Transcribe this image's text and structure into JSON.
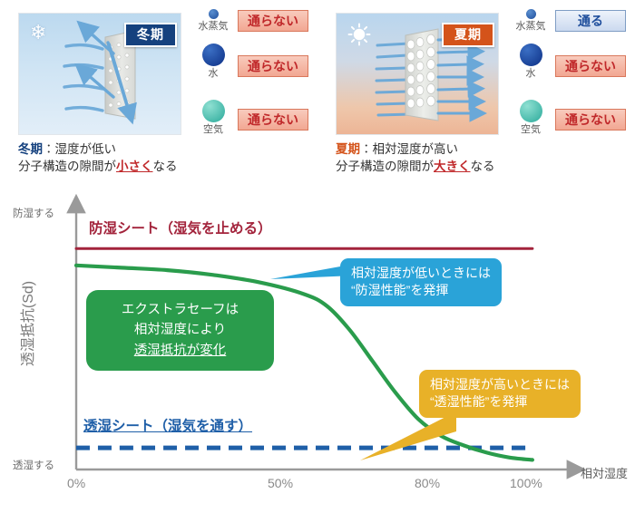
{
  "panels": [
    {
      "id": "winter",
      "season_tag": "冬期",
      "icon": "snowflake-icon",
      "legend": [
        {
          "name": "水蒸気",
          "dot": "vapor",
          "badge": "通らない",
          "badge_type": "no"
        },
        {
          "name": "水",
          "dot": "water",
          "badge": "通らない",
          "badge_type": "no"
        },
        {
          "name": "空気",
          "dot": "air",
          "badge": "通らない",
          "badge_type": "no"
        }
      ],
      "caption_line1_key": "冬期",
      "caption_line1_sep": "：",
      "caption_line1_text": "湿度が低い",
      "caption_line2_pre": "分子構造の隙間が",
      "caption_line2_kw": "小さく",
      "caption_line2_post": "なる"
    },
    {
      "id": "summer",
      "season_tag": "夏期",
      "icon": "sun-icon",
      "legend": [
        {
          "name": "水蒸気",
          "dot": "vapor",
          "badge": "通る",
          "badge_type": "yes"
        },
        {
          "name": "水",
          "dot": "water",
          "badge": "通らない",
          "badge_type": "no"
        },
        {
          "name": "空気",
          "dot": "air",
          "badge": "通らない",
          "badge_type": "no"
        }
      ],
      "caption_line1_key": "夏期",
      "caption_line1_sep": "：",
      "caption_line1_text": "相対湿度が高い",
      "caption_line2_pre": "分子構造の隙間が",
      "caption_line2_kw": "大きく",
      "caption_line2_post": "なる"
    }
  ],
  "chart_data": {
    "type": "line",
    "title": "",
    "xlabel": "相対湿度",
    "ylabel": "透湿抵抗(Sd)",
    "y_axis_top_label": "防湿する",
    "y_axis_bottom_label": "透湿する",
    "x_ticks": [
      "0%",
      "50%",
      "80%",
      "100%"
    ],
    "x_tick_values": [
      0,
      50,
      80,
      100
    ],
    "xlim": [
      0,
      105
    ],
    "ylim": [
      0,
      100
    ],
    "grid": false,
    "legend_position": "inline-labels",
    "series": [
      {
        "name": "防湿シート（湿気を止める）",
        "style": "solid",
        "color": "#a3243c",
        "x": [
          0,
          25,
          50,
          75,
          100
        ],
        "values": [
          92,
          92,
          92,
          92,
          92
        ]
      },
      {
        "name": "透湿シート（湿気を通す）",
        "style": "dashed",
        "color": "#1f5fa8",
        "x": [
          0,
          25,
          50,
          75,
          100
        ],
        "values": [
          9,
          9,
          9,
          9,
          9
        ]
      },
      {
        "name": "エクストラセーフ",
        "style": "solid",
        "color": "#2a9c4c",
        "x": [
          0,
          10,
          20,
          30,
          40,
          50,
          55,
          60,
          65,
          70,
          75,
          80,
          85,
          90,
          95,
          100
        ],
        "values": [
          85,
          84,
          83,
          81,
          78,
          73,
          68,
          58,
          45,
          32,
          21,
          14,
          10,
          7,
          5,
          4
        ]
      }
    ],
    "annotations": [
      {
        "id": "low-humidity-callout",
        "color": "#2aa3d8",
        "text_line1": "相対湿度が低いときには",
        "text_line2": "“防湿性能”を発揮",
        "points_to_x": 48,
        "points_to_y": 74
      },
      {
        "id": "high-humidity-callout",
        "color": "#e8b128",
        "text_line1": "相対湿度が高いときには",
        "text_line2": "“透湿性能”を発揮",
        "points_to_x": 80,
        "points_to_y": 10
      },
      {
        "id": "extrasafe-note",
        "color": "#2a9c4c",
        "text_line1": "エクストラセーフは",
        "text_line2": "相対湿度により",
        "text_line3": "透湿抵抗が変化"
      }
    ]
  }
}
